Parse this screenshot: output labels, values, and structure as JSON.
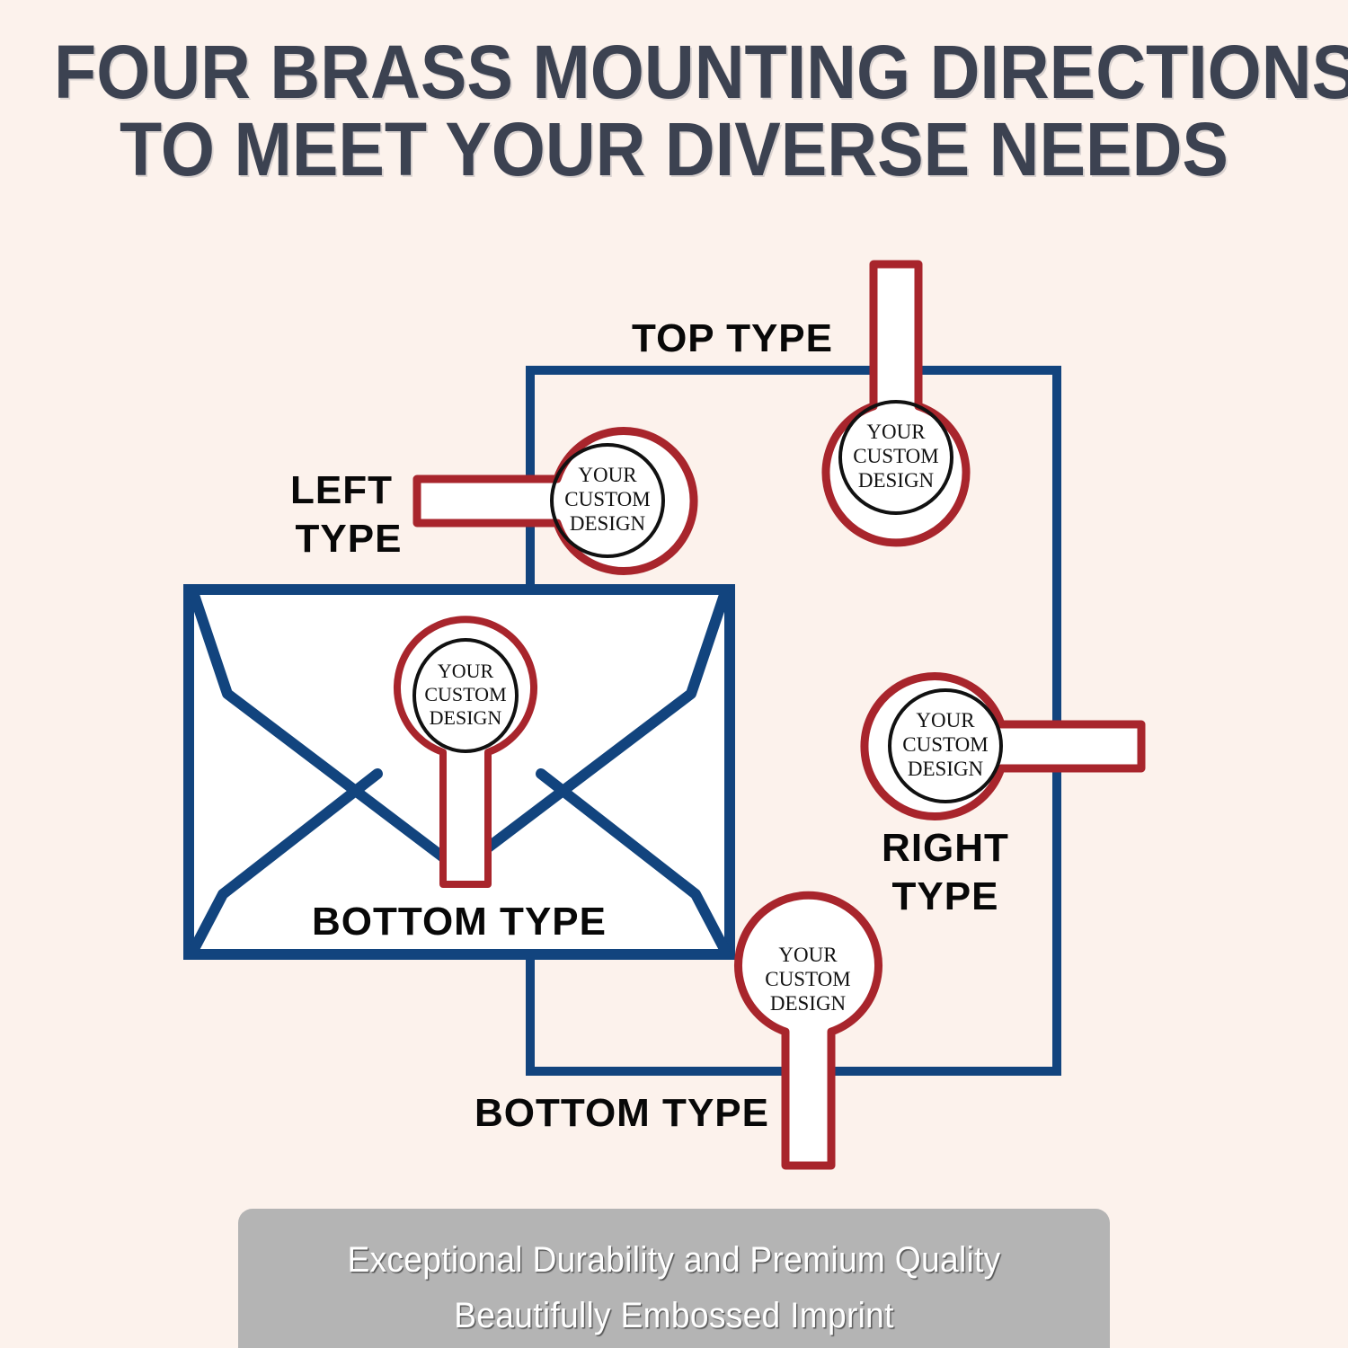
{
  "heading": {
    "line1": "FOUR BRASS MOUNTING DIRECTIONS",
    "line2": "TO MEET YOUR DIVERSE NEEDS",
    "color": "#3c4251"
  },
  "seal": {
    "line1": "YOUR",
    "line2": "CUSTOM",
    "line3": "DESIGN",
    "outline_color": "#a8252c",
    "inner_ring_color": "#111111",
    "fill_color": "#ffffff"
  },
  "diagram": {
    "frame_color": "#12447e",
    "envelope_color": "#12447e",
    "background_color": "#fcf2ec",
    "labels": {
      "top": "TOP TYPE",
      "left_line1": "LEFT",
      "left_line2": "TYPE",
      "right_line1": "RIGHT",
      "right_line2": "TYPE",
      "bottom_envelope": "BOTTOM TYPE",
      "bottom_frame": "BOTTOM TYPE"
    },
    "stamps": [
      {
        "name": "top-type-stamp",
        "orientation": "up"
      },
      {
        "name": "left-type-stamp",
        "orientation": "left"
      },
      {
        "name": "right-type-stamp",
        "orientation": "right"
      },
      {
        "name": "bottom-type-stamp",
        "orientation": "down"
      },
      {
        "name": "envelope-bottom-type-stamp",
        "orientation": "down"
      }
    ]
  },
  "footer": {
    "line1": "Exceptional Durability and Premium Quality",
    "line2": "Beautifully Embossed Imprint",
    "background_color": "#b4b4b4",
    "text_color": "#ffffff"
  }
}
